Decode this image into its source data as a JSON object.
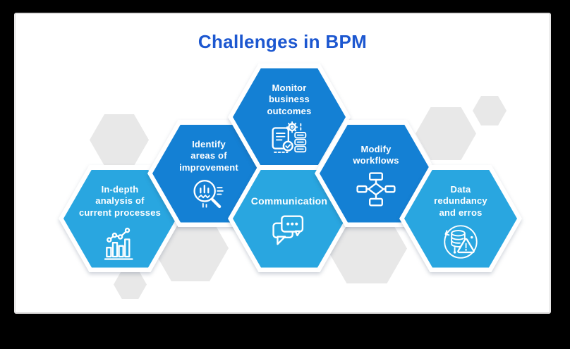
{
  "page": {
    "title": "Challenges in BPM",
    "title_color": "#1c57d0",
    "canvas_color": "#ffffff",
    "backdrop_color": "#000000"
  },
  "colors": {
    "hex_light_blue": "#29a6e0",
    "hex_dark_blue": "#1480d4",
    "decor_gray": "#e8e8e8",
    "text_on_hex": "#ffffff"
  },
  "hexagons": [
    {
      "id": "in-depth-analysis",
      "tone": "light",
      "icon": "bar-line-chart",
      "lines": [
        "In-depth",
        "analysis of",
        "current processes"
      ]
    },
    {
      "id": "identify-areas",
      "tone": "dark",
      "icon": "magnifier-chart",
      "lines": [
        "Identify",
        "areas of",
        "improvement"
      ]
    },
    {
      "id": "monitor-outcomes",
      "tone": "dark",
      "icon": "document-gear-checklist",
      "lines": [
        "Monitor",
        "business",
        "outcomes"
      ]
    },
    {
      "id": "communication",
      "tone": "light",
      "icon": "chat-bubbles",
      "lines": [
        "Communication"
      ]
    },
    {
      "id": "modify-workflows",
      "tone": "dark",
      "icon": "flowchart",
      "lines": [
        "Modify",
        "workflows"
      ]
    },
    {
      "id": "data-redundancy",
      "tone": "light",
      "icon": "database-warning",
      "lines": [
        "Data",
        "redundancy",
        "and erros"
      ]
    }
  ]
}
